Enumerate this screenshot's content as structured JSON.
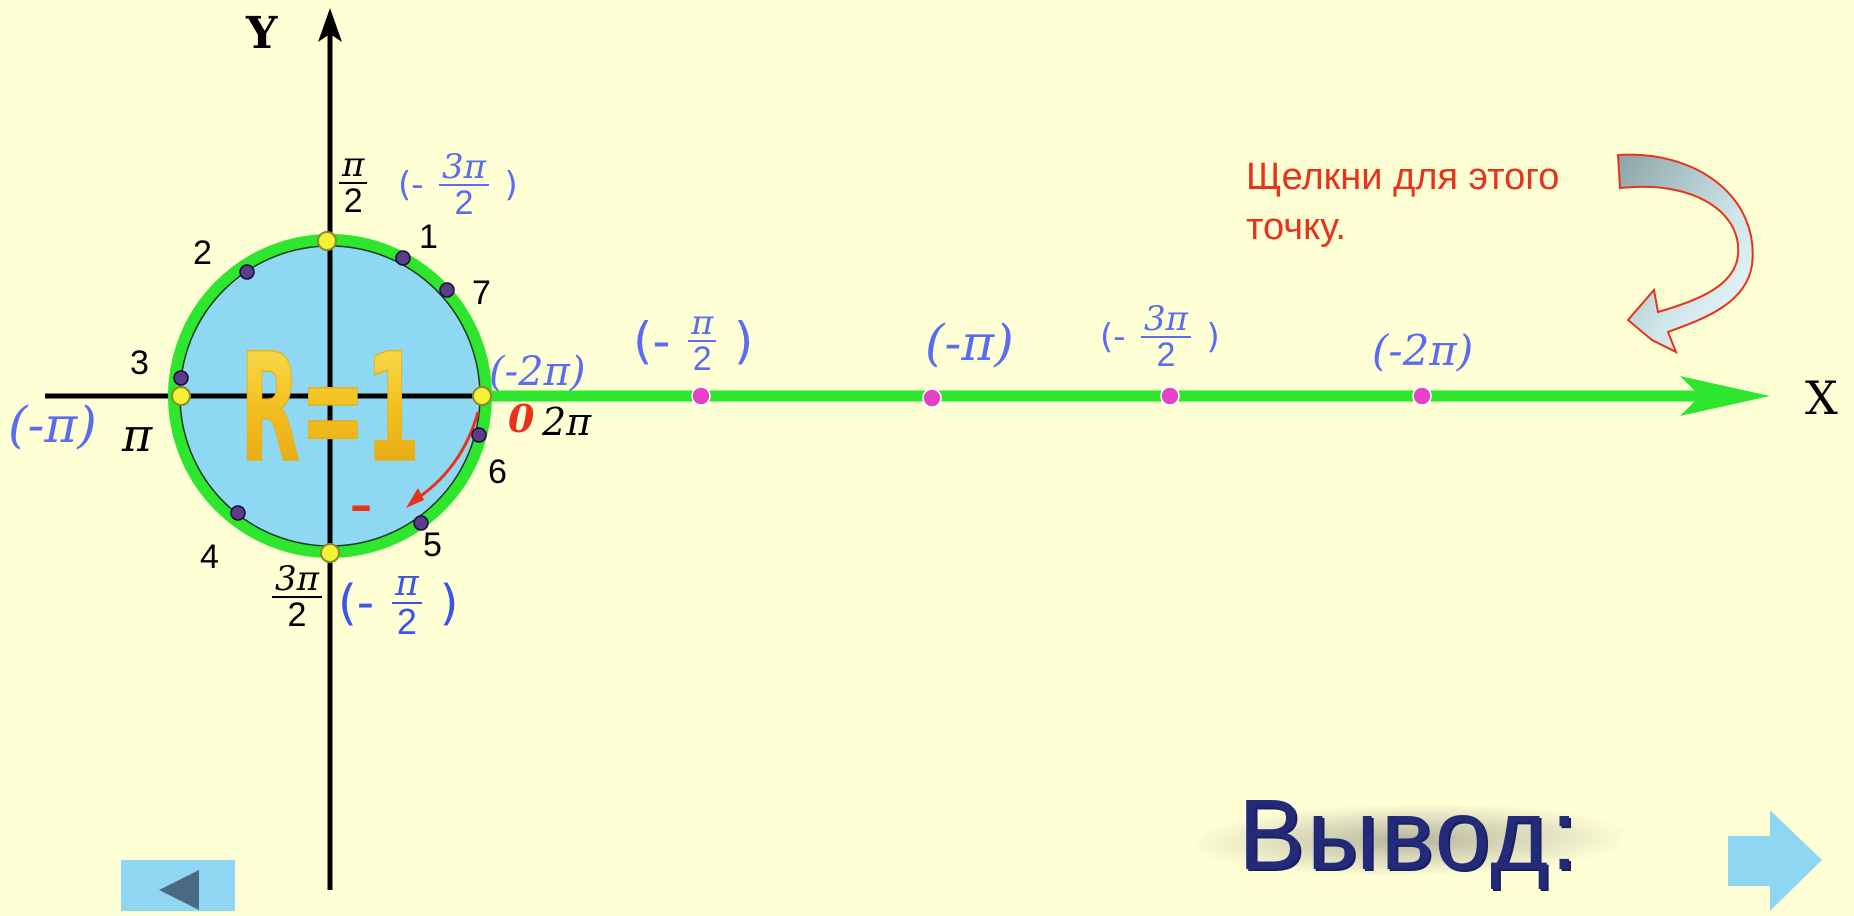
{
  "axes": {
    "x_label": "X",
    "y_label": "Y"
  },
  "circle": {
    "radius_label": "R=1",
    "direction_sign": "–",
    "origin_label": "0"
  },
  "circle_labels": {
    "pi_over_2": {
      "num": "π",
      "den": "2"
    },
    "neg_3pi_over_2": {
      "prefix": "(-",
      "num": "3π",
      "den": "2",
      "suffix": ")"
    },
    "three_pi_over_2": {
      "num": "3π",
      "den": "2"
    },
    "neg_pi_over_2": {
      "prefix": "(-",
      "num": "π",
      "den": "2",
      "suffix": ")"
    },
    "pi": "π",
    "neg_pi": "(-π)",
    "two_pi": "2π",
    "neg_2pi": "(-2π)"
  },
  "point_numbers": [
    "1",
    "2",
    "3",
    "4",
    "5",
    "6",
    "7"
  ],
  "line_labels": {
    "neg_pi_over_2": {
      "prefix": "(-",
      "num": "π",
      "den": "2",
      "suffix": ")"
    },
    "neg_pi": "(-π)",
    "neg_3pi_over_2": {
      "prefix": "(-",
      "num": "3π",
      "den": "2",
      "suffix": ")"
    },
    "neg_2pi": "(-2π)"
  },
  "hint_text": "Щелкни для этого точку.",
  "conclusion_label": "Вывод:",
  "navigation": {
    "prev_icon": "triangle-left-icon",
    "next_icon": "arrow-right-icon"
  },
  "colors": {
    "background": "#ffffd6",
    "circle_fill": "#8fd8f4",
    "circle_ring": "#2ee62e",
    "number_line": "#2ee62e",
    "special_point": "#f6f03a",
    "numbered_point": "#5a3e8c",
    "line_point": "#e542c8",
    "label_blue": "#5a6cf0",
    "hint_red": "#e8321a",
    "conclusion": "#232a7a",
    "radius_label": "#f2c21a"
  }
}
